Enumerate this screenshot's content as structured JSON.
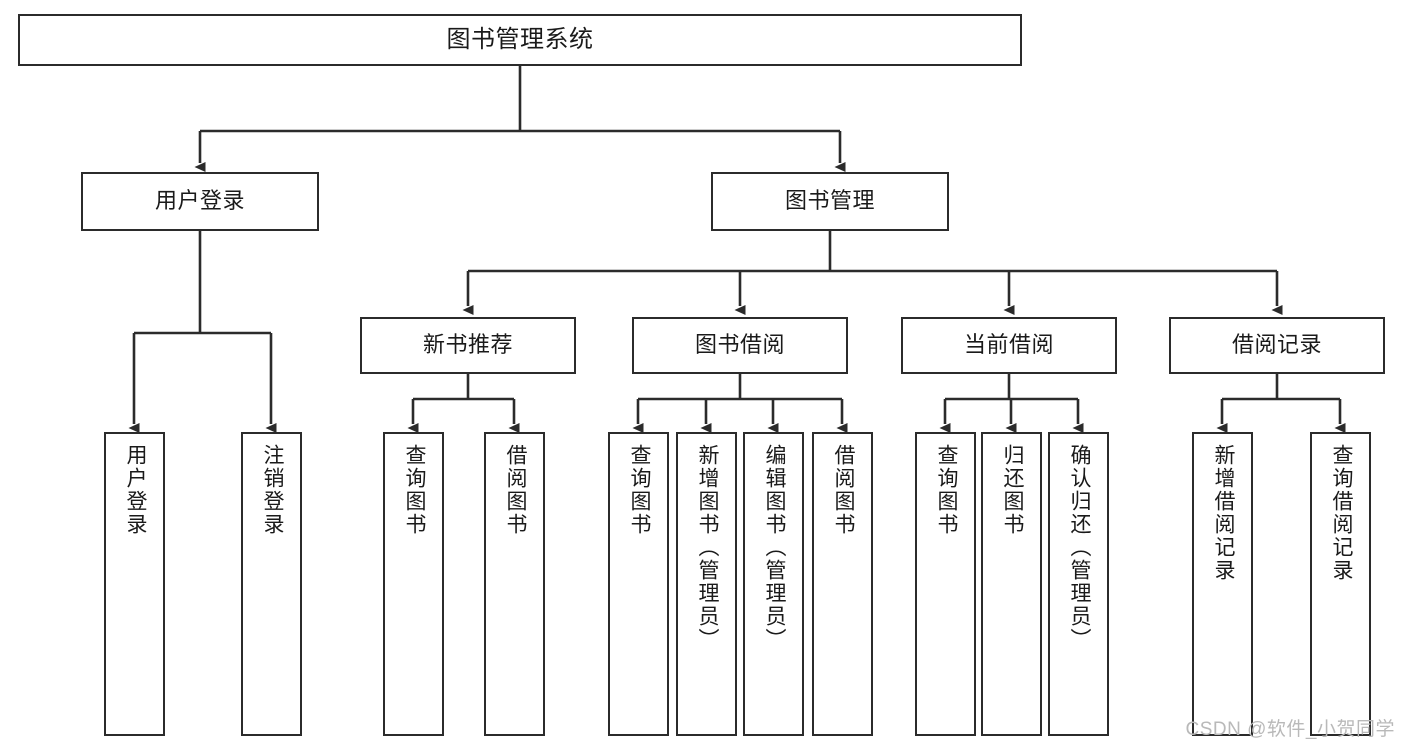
{
  "diagram": {
    "type": "hierarchy-tree",
    "title": "图书管理系统",
    "background_color": "#ffffff",
    "line_color": "#2b2b2b",
    "text_color": "#1a1a1a",
    "root": {
      "id": "root",
      "label": "图书管理系统",
      "orientation": "horizontal"
    },
    "level2": [
      {
        "id": "user-login",
        "label": "用户登录",
        "orientation": "horizontal"
      },
      {
        "id": "book-management",
        "label": "图书管理",
        "orientation": "horizontal"
      }
    ],
    "level3": [
      {
        "id": "new-book-recommend",
        "label": "新书推荐",
        "orientation": "horizontal",
        "parent": "book-management"
      },
      {
        "id": "book-borrow",
        "label": "图书借阅",
        "orientation": "horizontal",
        "parent": "book-management"
      },
      {
        "id": "current-borrow",
        "label": "当前借阅",
        "orientation": "horizontal",
        "parent": "book-management"
      },
      {
        "id": "borrow-record",
        "label": "借阅记录",
        "orientation": "horizontal",
        "parent": "book-management"
      }
    ],
    "leaves": [
      {
        "id": "leaf-user-login",
        "label": "用户登录",
        "parent": "user-login"
      },
      {
        "id": "leaf-user-logout",
        "label": "注销登录",
        "parent": "user-login"
      },
      {
        "id": "leaf-query-book-1",
        "label": "查询图书",
        "parent": "new-book-recommend"
      },
      {
        "id": "leaf-borrow-book-1",
        "label": "借阅图书",
        "parent": "new-book-recommend"
      },
      {
        "id": "leaf-query-book-2",
        "label": "查询图书",
        "parent": "book-borrow"
      },
      {
        "id": "leaf-add-book",
        "label": "新增图书（管理员）",
        "parent": "book-borrow"
      },
      {
        "id": "leaf-edit-book",
        "label": "编辑图书（管理员）",
        "parent": "book-borrow"
      },
      {
        "id": "leaf-borrow-book-2",
        "label": "借阅图书",
        "parent": "book-borrow"
      },
      {
        "id": "leaf-query-book-3",
        "label": "查询图书",
        "parent": "current-borrow"
      },
      {
        "id": "leaf-return-book",
        "label": "归还图书",
        "parent": "current-borrow"
      },
      {
        "id": "leaf-confirm-return",
        "label": "确认归还（管理员）",
        "parent": "current-borrow"
      },
      {
        "id": "leaf-add-record",
        "label": "新增借阅记录",
        "parent": "borrow-record"
      },
      {
        "id": "leaf-query-record",
        "label": "查询借阅记录",
        "parent": "borrow-record"
      }
    ]
  },
  "watermark": {
    "text": "CSDN @软件_小贺同学"
  }
}
